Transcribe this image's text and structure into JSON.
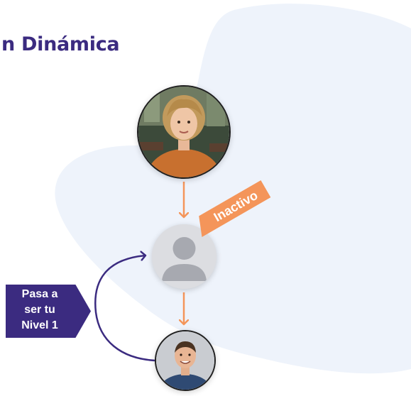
{
  "header": {
    "title": "n Dinámica"
  },
  "tags": {
    "inactive": "Inactivo",
    "promote_lines": [
      "Pasa a",
      "ser tu",
      "Nivel 1"
    ]
  },
  "colors": {
    "title": "#3b2b80",
    "accent_orange": "#f4955a",
    "accent_purple": "#3b2b80",
    "blob": "#eef3fb",
    "placeholder_avatar": "#dcdde1"
  },
  "nodes": [
    {
      "role": "upline-member",
      "icon": "woman-photo-avatar"
    },
    {
      "role": "inactive-member",
      "icon": "user-placeholder-icon"
    },
    {
      "role": "new-member",
      "icon": "man-photo-avatar"
    }
  ]
}
